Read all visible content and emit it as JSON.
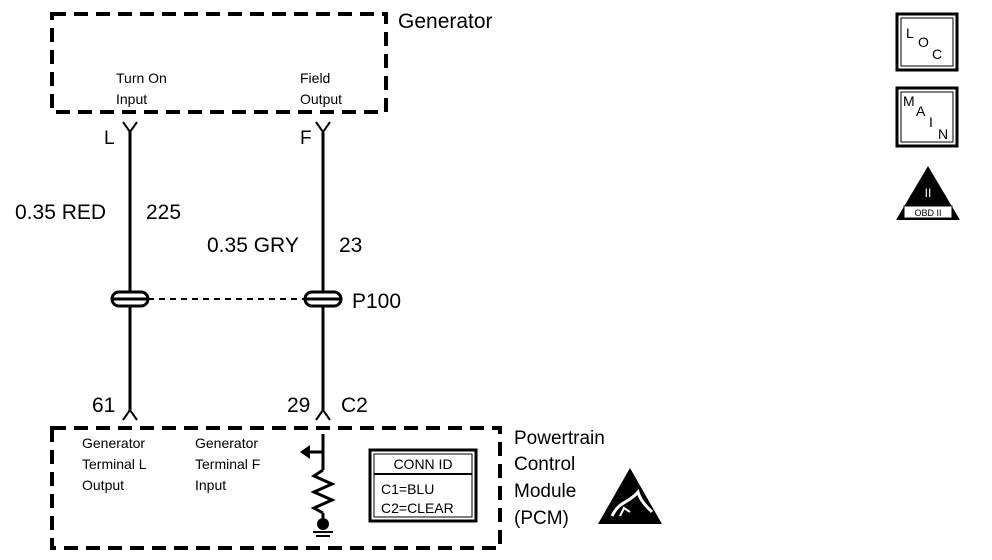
{
  "generator": {
    "title": "Generator",
    "pins": [
      {
        "letter": "L",
        "label_line1": "Turn On",
        "label_line2": "Input"
      },
      {
        "letter": "F",
        "label_line1": "Field",
        "label_line2": "Output"
      }
    ]
  },
  "wires": [
    {
      "gauge_color": "0.35 RED",
      "circuit": "225"
    },
    {
      "gauge_color": "0.35 GRY",
      "circuit": "23"
    }
  ],
  "splice": {
    "name": "P100"
  },
  "pcm": {
    "title_lines": [
      "Powertrain",
      "Control",
      "Module",
      "(PCM)"
    ],
    "pins": [
      {
        "number": "61",
        "label_line1": "Generator",
        "label_line2": "Terminal L",
        "label_line3": "Output"
      },
      {
        "number": "29",
        "connector": "C2",
        "label_line1": "Generator",
        "label_line2": "Terminal F",
        "label_line3": "Input"
      }
    ],
    "conn_id": {
      "header": "CONN ID",
      "rows": [
        "C1=BLU",
        "C2=CLEAR"
      ]
    }
  },
  "badges": {
    "loc": {
      "l": "L",
      "o": "O",
      "c": "C"
    },
    "main": {
      "m": "M",
      "a": "A",
      "i": "I",
      "n": "N"
    },
    "obd": {
      "top": "II",
      "bottom": "OBD II"
    }
  },
  "icons": [
    "esd-sensitive-icon",
    "ground-icon",
    "resistor-icon",
    "arrow-left-icon"
  ]
}
